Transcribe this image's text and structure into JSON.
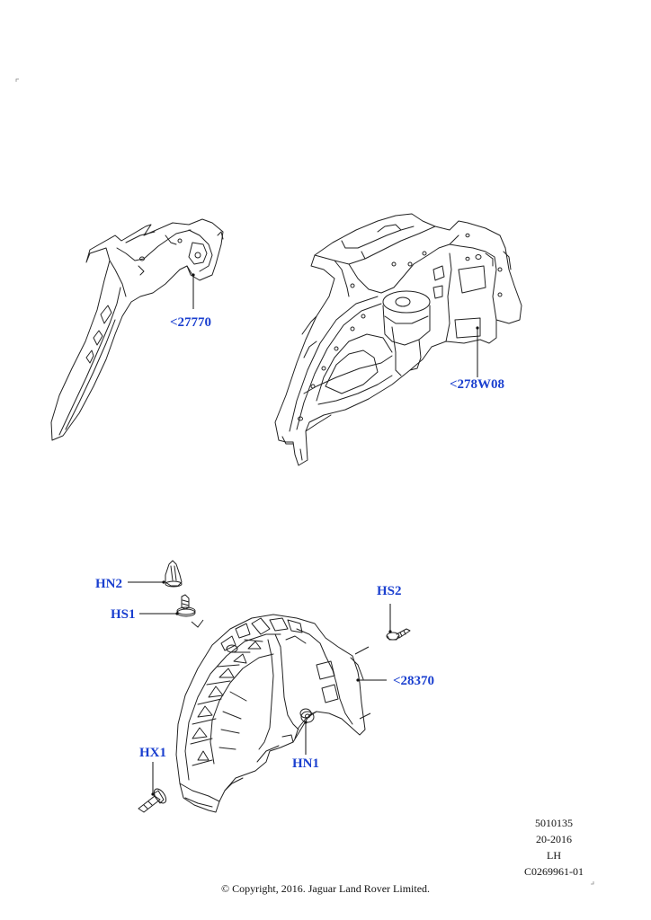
{
  "callouts": {
    "c27770": "<27770",
    "c278w08": "<278W08",
    "hn2": "HN2",
    "hs1": "HS1",
    "hs2": "HS2",
    "c28370": "<28370",
    "hx1": "HX1",
    "hn1": "HN1"
  },
  "info_block": {
    "line1": "5010135",
    "line2": "20-2016",
    "line3": "LH",
    "line4": "C0269961-01"
  },
  "copyright": "© Copyright, 2016. Jaguar Land Rover Limited.",
  "colors": {
    "callout": "#1a3fcf",
    "line": "#222222"
  }
}
